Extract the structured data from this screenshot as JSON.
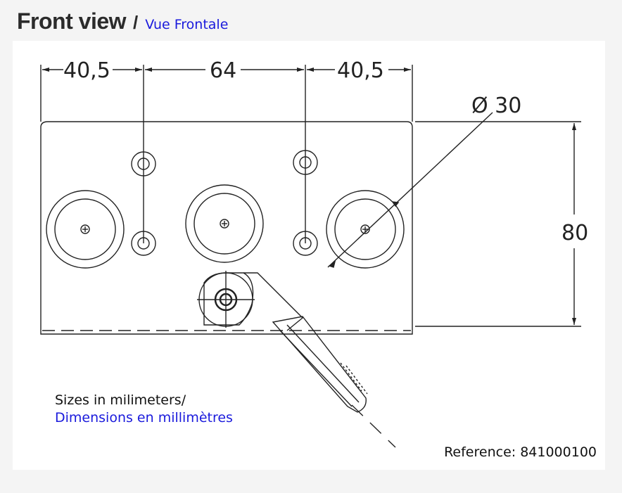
{
  "title": {
    "main": "Front view",
    "separator": "/",
    "translation": "Vue Frontale"
  },
  "drawing": {
    "dimensions": {
      "left_width": "40,5",
      "center_width": "64",
      "right_width": "40,5",
      "diameter": "Ø 30",
      "height": "80"
    }
  },
  "note": {
    "english": "Sizes in milimeters/",
    "french": "Dimensions en millimètres"
  },
  "reference": "Reference: 841000100",
  "colors": {
    "title": "#2b2b2b",
    "translation": "#1a1adc",
    "line": "#222222"
  }
}
